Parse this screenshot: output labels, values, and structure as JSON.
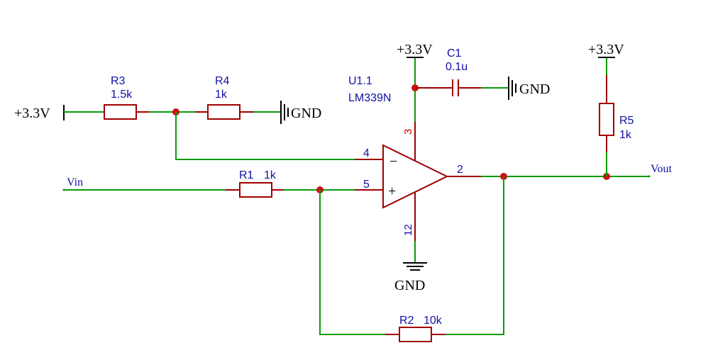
{
  "power": {
    "left_supply": "+3.3V",
    "opamp_supply": "+3.3V",
    "pullup_supply": "+3.3V",
    "gnd_r4": "GND",
    "gnd_c1": "GND",
    "gnd_opamp": "GND"
  },
  "components": {
    "r3": {
      "ref": "R3",
      "value": "1.5k"
    },
    "r4": {
      "ref": "R4",
      "value": "1k"
    },
    "r1": {
      "ref": "R1",
      "value": "1k"
    },
    "r2": {
      "ref": "R2",
      "value": "10k"
    },
    "r5": {
      "ref": "R5",
      "value": "1k"
    },
    "c1": {
      "ref": "C1",
      "value": "0.1u"
    },
    "u1": {
      "ref": "U1.1",
      "part": "LM339N"
    }
  },
  "pins": {
    "inv": "4",
    "noninv": "5",
    "out": "2",
    "vcc": "3",
    "gnd": "12",
    "minus_sign": "−",
    "plus_sign": "+"
  },
  "nets": {
    "input": "Vin",
    "output": "Vout"
  }
}
